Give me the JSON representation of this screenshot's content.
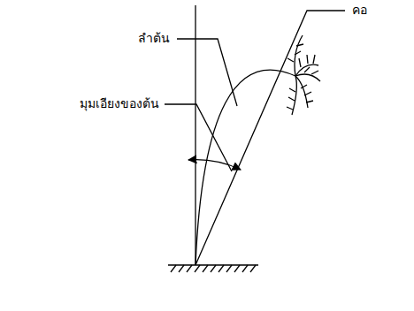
{
  "diagram": {
    "labels": [
      "คอ",
      "ลำต้น",
      "มุมเอียงของต้น"
    ]
  }
}
